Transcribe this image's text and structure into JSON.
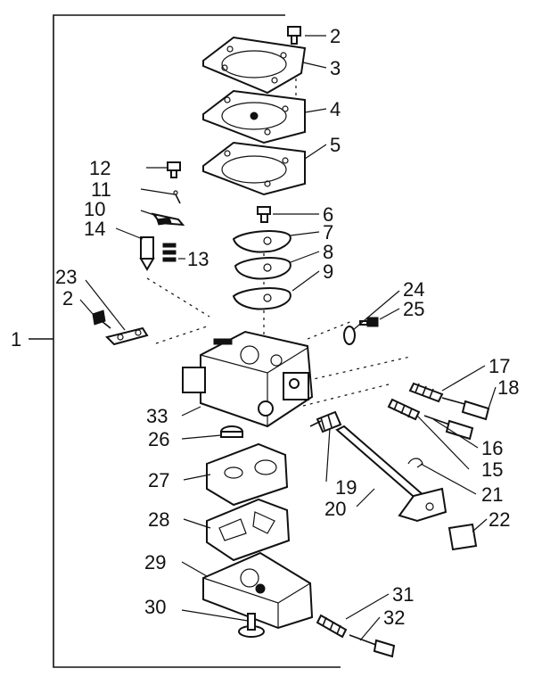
{
  "labels": {
    "l1": "1",
    "l2a": "2",
    "l2b": "2",
    "l3": "3",
    "l4": "4",
    "l5": "5",
    "l6": "6",
    "l7": "7",
    "l8": "8",
    "l9": "9",
    "l10": "10",
    "l11": "11",
    "l12": "12",
    "l13": "13",
    "l14": "14",
    "l15": "15",
    "l16": "16",
    "l17": "17",
    "l18": "18",
    "l19": "19",
    "l20": "20",
    "l21": "21",
    "l22": "22",
    "l23": "23",
    "l24": "24",
    "l25": "25",
    "l26": "26",
    "l27": "27",
    "l28": "28",
    "l29": "29",
    "l30": "30",
    "l31": "31",
    "l32": "32",
    "l33": "33"
  }
}
